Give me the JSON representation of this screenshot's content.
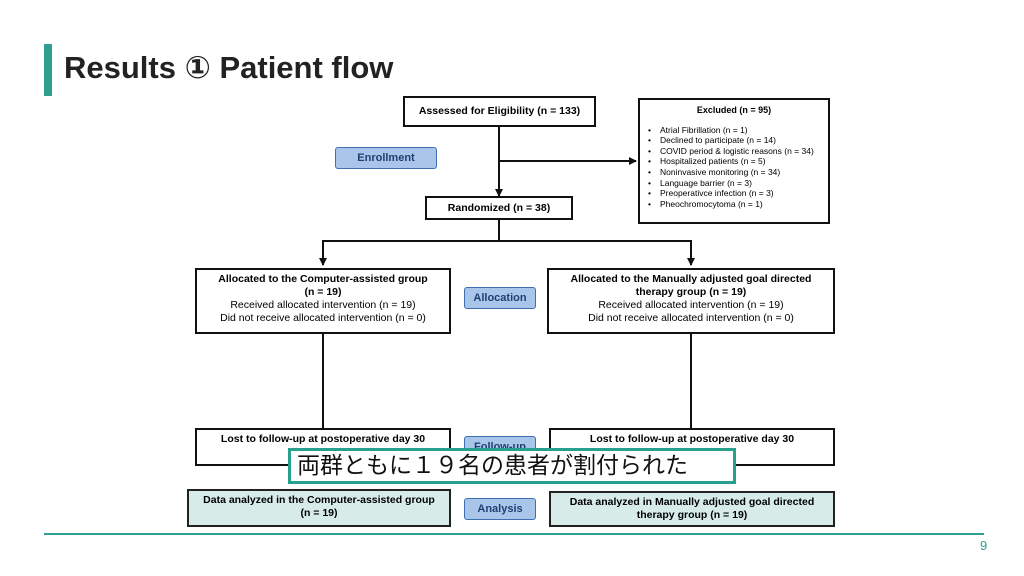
{
  "slide": {
    "title": "Results ① Patient flow",
    "page_number": "9",
    "accent_color": "#2f9e91"
  },
  "flow": {
    "assessed": "Assessed for Eligibility (n = 133)",
    "excluded": {
      "title": "Excluded (n = 95)",
      "items": [
        "Atrial Fibrillation (n = 1)",
        "Declined to participate (n = 14)",
        "COVID period & logistic reasons (n = 34)",
        "Hospitalized patients (n = 5)",
        "Noninvasive monitoring (n = 34)",
        "Language barrier (n = 3)",
        "Preoperativce infection (n = 3)",
        "Pheochromocytoma (n = 1)"
      ]
    },
    "randomized": "Randomized (n = 38)",
    "stages": {
      "enrollment": "Enrollment",
      "allocation": "Allocation",
      "follow_up": "Follow-up",
      "analysis": "Analysis"
    },
    "left": {
      "allocated_title": "Allocated to the Computer-assisted group",
      "allocated_n": "(n = 19)",
      "received": "Received allocated intervention (n = 19)",
      "not_received": "Did not receive allocated intervention (n = 0)",
      "lost": "Lost to follow-up at postoperative day 30",
      "analyzed": "Data analyzed in the Computer-assisted group",
      "analyzed_n": "(n = 19)"
    },
    "right": {
      "allocated_title": "Allocated to the Manually adjusted goal directed",
      "allocated_title2": "therapy group (n = 19)",
      "received": "Received allocated intervention (n = 19)",
      "not_received": "Did not receive allocated intervention (n = 0)",
      "lost": "Lost to follow-up at postoperative day 30",
      "analyzed": "Data analyzed in Manually adjusted goal directed",
      "analyzed_n": "therapy group (n = 19)"
    }
  },
  "overlay_note": "両群ともに１９名の患者が割付られた"
}
